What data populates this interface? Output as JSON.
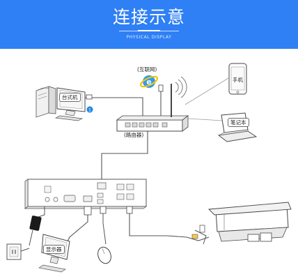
{
  "header": {
    "title": "连接示意",
    "subtitle": "PHYSICAL DISPLAY"
  },
  "diagram": {
    "labels": {
      "internet": "(互联网)",
      "desktop": "台式机",
      "router": "(路由器)",
      "phone": "手机",
      "laptop": "笔记本",
      "monitor": "显示器"
    },
    "badge": "1"
  },
  "colors": {
    "banner": "#2f7ff5",
    "accent": "#1e88e5",
    "line": "#555555"
  }
}
